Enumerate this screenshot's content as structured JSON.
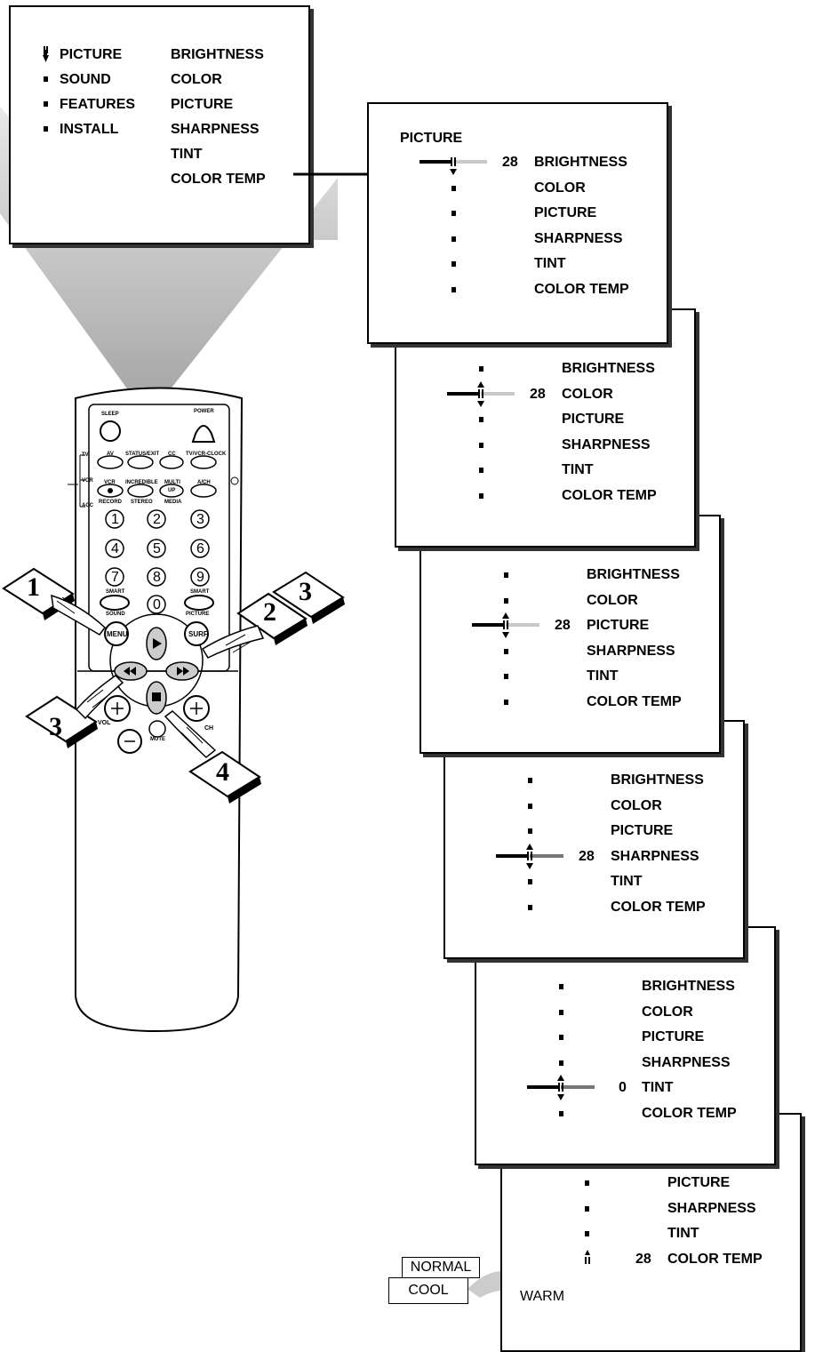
{
  "main_menu": {
    "left_items": [
      "PICTURE",
      "SOUND",
      "FEATURES",
      "INSTALL"
    ],
    "right_items": [
      "BRIGHTNESS",
      "COLOR",
      "PICTURE",
      "SHARPNESS",
      "TINT",
      "COLOR TEMP"
    ]
  },
  "submenu_title": "PICTURE",
  "submenu_items": [
    "BRIGHTNESS",
    "COLOR",
    "PICTURE",
    "SHARPNESS",
    "TINT",
    "COLOR TEMP"
  ],
  "panels": [
    {
      "selected": "BRIGHTNESS",
      "value": "28"
    },
    {
      "selected": "COLOR",
      "value": "28"
    },
    {
      "selected": "PICTURE",
      "value": "28"
    },
    {
      "selected": "SHARPNESS",
      "value": "28"
    },
    {
      "selected": "TINT",
      "value": "0"
    },
    {
      "selected": "COLOR TEMP",
      "value": "28"
    }
  ],
  "color_temp_options": {
    "normal": "NORMAL",
    "cool": "COOL",
    "warm": "WARM"
  },
  "remote": {
    "sleep": "SLEEP",
    "power": "POWER",
    "side_tv": "TV",
    "side_vcr": "VCR",
    "side_acc": "ACC",
    "av": "AV",
    "status_exit": "STATUS/EXIT",
    "cc": "CC",
    "tv_vcr_clock": "TV/VCR-CLOCK",
    "vcr": "VCR",
    "incredible": "INCREDIBLE",
    "multi": "MULTI",
    "ach": "A/CH",
    "up": "UP",
    "record": "RECORD",
    "stereo": "STEREO",
    "media": "MEDIA",
    "digits": [
      "1",
      "2",
      "3",
      "4",
      "5",
      "6",
      "7",
      "8",
      "9",
      "0"
    ],
    "smart_left": "SMART",
    "smart_right": "SMART",
    "sound": "SOUND",
    "picture": "PICTURE",
    "menu": "MENU",
    "surf": "SURF",
    "vol": "VOL",
    "ch": "CH",
    "mute": "MUTE"
  },
  "steps": [
    "1",
    "2",
    "3",
    "3",
    "4"
  ]
}
